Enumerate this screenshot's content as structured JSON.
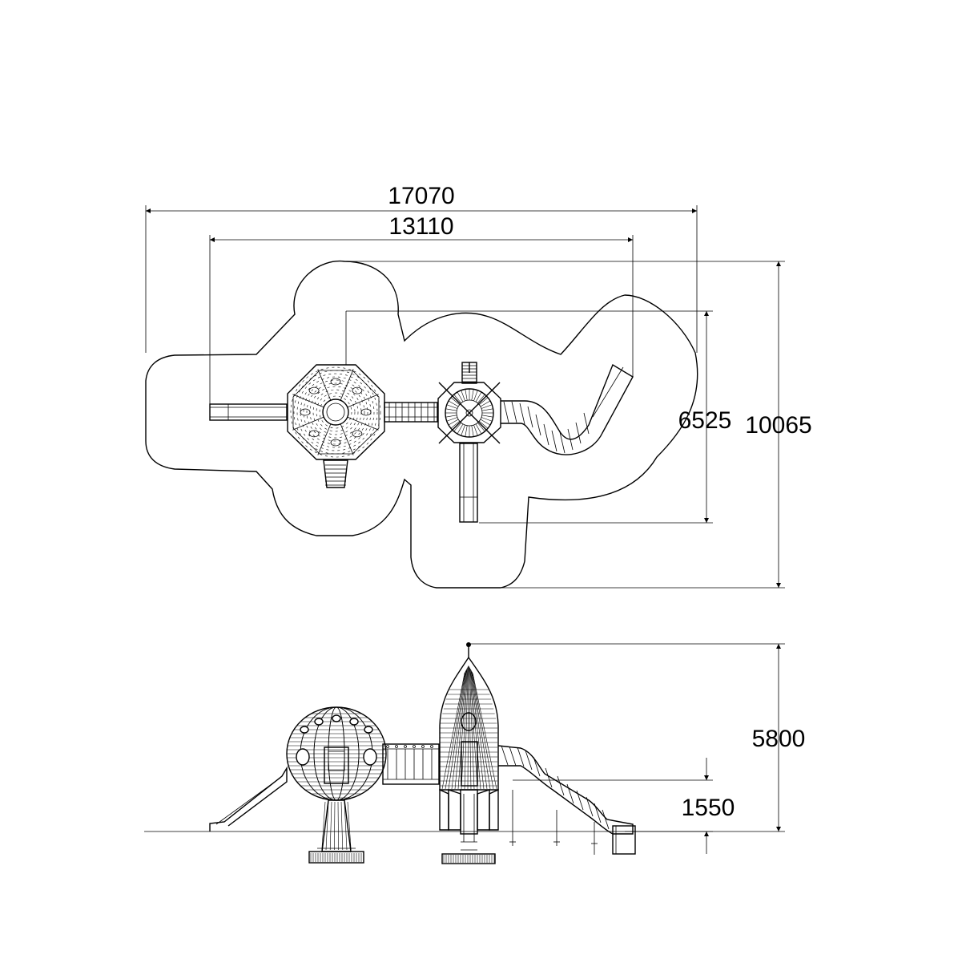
{
  "drawing": {
    "plan_view": {
      "dim_overall_width": "17070",
      "dim_structure_width": "13110",
      "dim_structure_depth": "6525",
      "dim_overall_depth": "10065"
    },
    "elevation_view": {
      "dim_total_height": "5800",
      "dim_platform_height": "1550"
    }
  },
  "colors": {
    "line": "#000000",
    "background": "#ffffff"
  }
}
